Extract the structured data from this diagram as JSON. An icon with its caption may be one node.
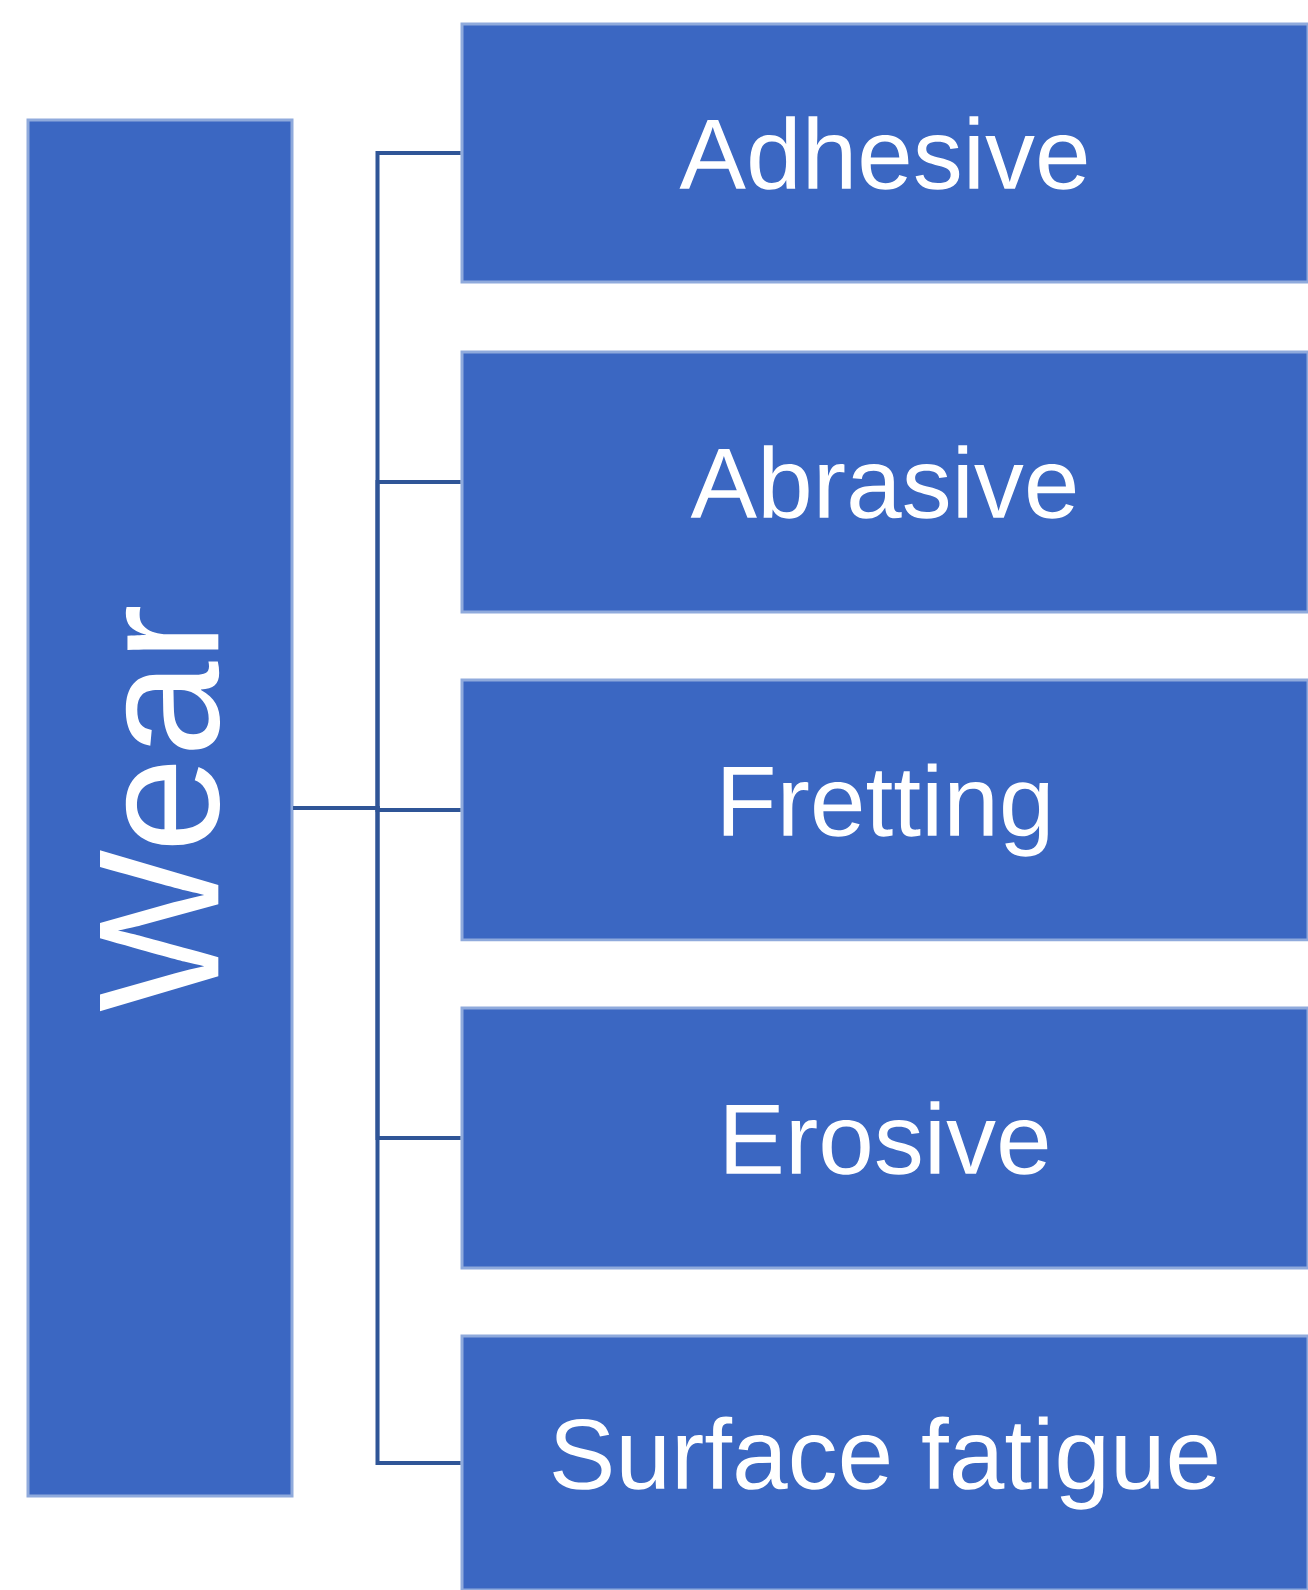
{
  "diagram": {
    "nodes": [
      {
        "text": [
          "Wear"
        ]
      },
      {
        "text": [
          "Adhesive"
        ]
      },
      {
        "text": [
          "Abrasive"
        ]
      },
      {
        "text": [
          "Fretting"
        ]
      },
      {
        "text": [
          "Erosive"
        ]
      },
      {
        "text": [
          "Surface fatigue"
        ]
      }
    ],
    "edges": [
      {
        "from": 0,
        "to": 1,
        "arrow": "none"
      },
      {
        "from": 0,
        "to": 2,
        "arrow": "none"
      },
      {
        "from": 0,
        "to": 3,
        "arrow": "none"
      },
      {
        "from": 0,
        "to": 4,
        "arrow": "none"
      },
      {
        "from": 0,
        "to": 5,
        "arrow": "none"
      }
    ]
  }
}
